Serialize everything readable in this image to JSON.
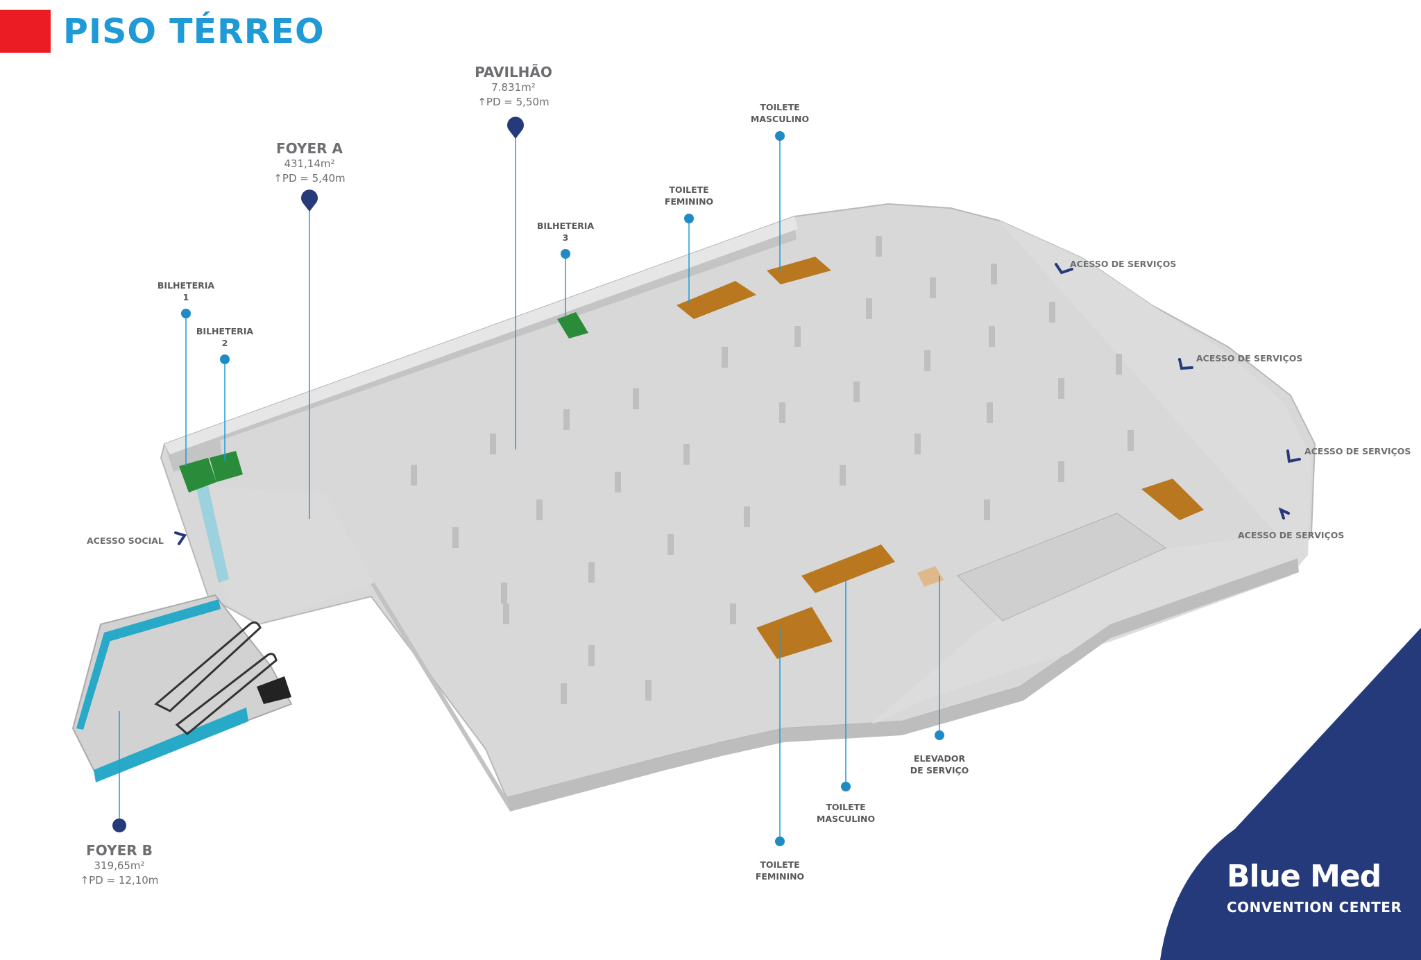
{
  "title": "PISO TÉRREO",
  "colors": {
    "accent_red": "#ec1c24",
    "title_blue": "#1f9ad6",
    "navy": "#253a7a",
    "floor": "#d6d6d6",
    "restroom": "#b9781f",
    "ticket": "#2a8c3a",
    "glass": "#28a9c7"
  },
  "areas": {
    "pavilhao": {
      "name": "PAVILHÃO",
      "area": "7.831m²",
      "height": "↑PD = 5,50m"
    },
    "foyer_a": {
      "name": "FOYER A",
      "area": "431,14m²",
      "height": "↑PD = 5,40m"
    },
    "foyer_b": {
      "name": "FOYER B",
      "area": "319,65m²",
      "height": "↑PD = 12,10m"
    }
  },
  "labels": {
    "bilheteria_1": [
      "BILHETERIA",
      "1"
    ],
    "bilheteria_2": [
      "BILHETERIA",
      "2"
    ],
    "bilheteria_3": [
      "BILHETERIA",
      "3"
    ],
    "toilete_feminino_top": [
      "TOILETE",
      "FEMININO"
    ],
    "toilete_masculino_top": [
      "TOILETE",
      "MASCULINO"
    ],
    "elevador": [
      "ELEVADOR",
      "DE SERVIÇO"
    ],
    "toilete_masculino_bottom": [
      "TOILETE",
      "MASCULINO"
    ],
    "toilete_feminino_bottom": [
      "TOILETE",
      "FEMININO"
    ]
  },
  "access": {
    "servicos_1": "ACESSO DE SERVIÇOS",
    "servicos_2": "ACESSO DE SERVIÇOS",
    "servicos_3": "ACESSO DE SERVIÇOS",
    "servicos_4": "ACESSO DE SERVIÇOS",
    "social": "ACESSO SOCIAL"
  },
  "brand": {
    "name": "Blue Med",
    "subtitle": "CONVENTION CENTER"
  },
  "icons": {
    "area_pin": "map-pin-icon",
    "point_marker": "dot-marker-icon",
    "access_arrow": "chevron-arrow-icon"
  }
}
